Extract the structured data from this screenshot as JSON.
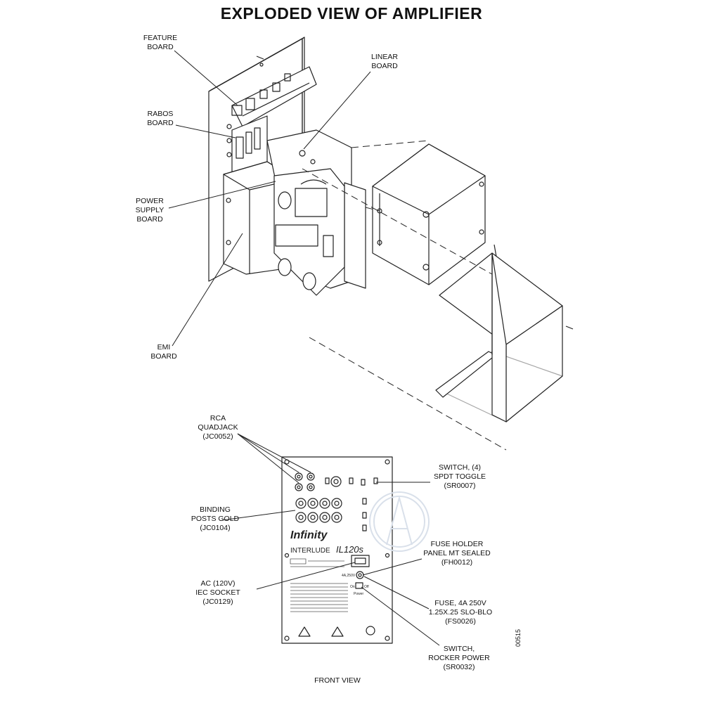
{
  "title": "EXPLODED VIEW OF AMPLIFIER",
  "callouts": [
    {
      "id": "feature-board",
      "lines": [
        "FEATURE",
        "BOARD"
      ]
    },
    {
      "id": "linear-board",
      "lines": [
        "LINEAR",
        "BOARD"
      ]
    },
    {
      "id": "rabos-board",
      "lines": [
        "RABOS",
        "BOARD"
      ]
    },
    {
      "id": "power-supply-board",
      "lines": [
        "POWER",
        "SUPPLY",
        "BOARD"
      ]
    },
    {
      "id": "emi-board",
      "lines": [
        "EMI",
        "BOARD"
      ]
    },
    {
      "id": "rca-quadjack",
      "lines": [
        "RCA",
        "QUADJACK",
        "(JC0052)"
      ]
    },
    {
      "id": "switch-spdt",
      "lines": [
        "SWITCH, (4)",
        "SPDT TOGGLE",
        "(SR0007)"
      ]
    },
    {
      "id": "binding-posts",
      "lines": [
        "BINDING",
        "POSTS GOLD",
        "(JC0104)"
      ]
    },
    {
      "id": "fuse-holder",
      "lines": [
        "FUSE HOLDER",
        "PANEL MT SEALED",
        "(FH0012)"
      ]
    },
    {
      "id": "ac-socket",
      "lines": [
        "AC (120V)",
        "IEC SOCKET",
        "(JC0129)"
      ]
    },
    {
      "id": "fuse",
      "lines": [
        "FUSE, 4A 250V",
        "1.25X.25 SLO-BLO",
        "(FS0026)"
      ]
    },
    {
      "id": "switch-rocker",
      "lines": [
        "SWITCH,",
        "ROCKER POWER",
        "(SR0032)"
      ]
    }
  ],
  "front_view_label": "FRONT VIEW",
  "drawing_number": "00515",
  "panel": {
    "brand": "Infinity",
    "model_prefix": "INTERLUDE",
    "model": "IL120s",
    "fuse_label": "4A,250V",
    "power_label": "Power",
    "on_label": "On",
    "off_label": "Off"
  }
}
